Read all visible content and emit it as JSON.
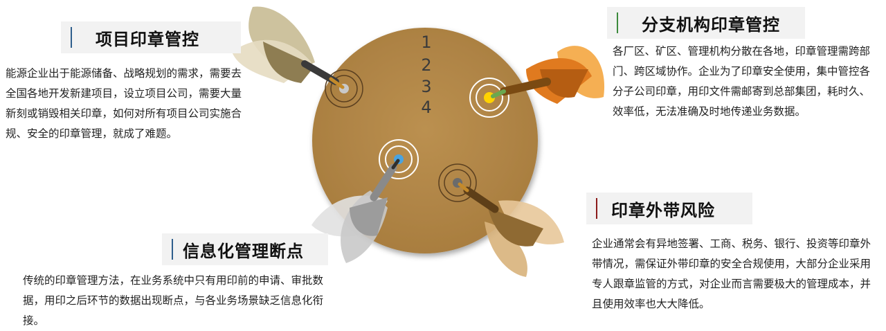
{
  "numbers": [
    "1",
    "2",
    "3",
    "4"
  ],
  "sections": {
    "top_left": {
      "title": "项目印章管控",
      "body": "能源企业出于能源储备、战略规划的需求，需要去全国各地开发新建项目，设立项目公司，需要大量新刻或销毁相关印章，如何对所有项目公司实施合规、安全的印章管理，就成了难题。",
      "accent": "#2e5e8c"
    },
    "top_right": {
      "title": "分支机构印章管控",
      "body": "各厂区、矿区、管理机构分散在各地，印章管理需跨部门、跨区域协作。企业为了印章安全使用，集中管控各分子公司印章，用印文件需邮寄到总部集团，耗时久、效率低，无法准确及时地传递业务数据。",
      "accent": "#3c8a3c"
    },
    "bottom_left": {
      "title": "信息化管理断点",
      "body": "传统的印章管理方法，在业务系统中只有用印前的申请、审批数据，用印之后环节的数据出现断点，与各业务场景缺乏信息化衔接。",
      "accent": "#2e5e8c"
    },
    "bottom_right": {
      "title": "印章外带风险",
      "body": "企业通常会有异地签署、工商、税务、银行、投资等印章外带情况，需保证外带印章的安全合规使用，大部分企业采用专人跟章监管的方式，对企业而言需要极大的管理成本，并且使用效率也大大降低。",
      "accent": "#8b1a1a"
    }
  },
  "colors": {
    "board": "#b5894a",
    "dart_tan": "#9b8a5f",
    "dart_orange": "#d9731c",
    "dart_gray": "#a6a6a6",
    "dart_brown": "#a07a3e",
    "target_gray": "#c9c9c9",
    "target_yellow": "#ffd200",
    "target_blue": "#4aa3df",
    "target_dark": "#6b6b6b"
  }
}
